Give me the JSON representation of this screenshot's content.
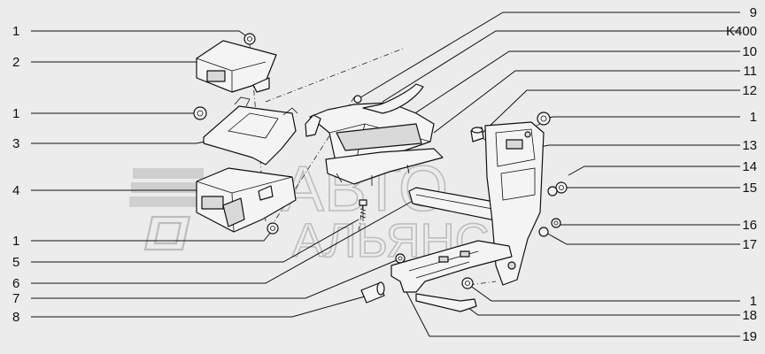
{
  "diagram": {
    "watermark": {
      "line1": "АВТО",
      "line2": "АЛЬЯНС"
    },
    "callouts_left": [
      {
        "id": "l1",
        "text": "1"
      },
      {
        "id": "l2",
        "text": "2"
      },
      {
        "id": "l3",
        "text": "1"
      },
      {
        "id": "l4",
        "text": "3"
      },
      {
        "id": "l5",
        "text": "4"
      },
      {
        "id": "l6",
        "text": "1"
      },
      {
        "id": "l7",
        "text": "5"
      },
      {
        "id": "l8",
        "text": "6"
      },
      {
        "id": "l9",
        "text": "7"
      },
      {
        "id": "l10",
        "text": "8"
      }
    ],
    "callouts_right": [
      {
        "id": "r1",
        "text": "9"
      },
      {
        "id": "r2",
        "text": "K400"
      },
      {
        "id": "r3",
        "text": "10"
      },
      {
        "id": "r4",
        "text": "11"
      },
      {
        "id": "r5",
        "text": "12"
      },
      {
        "id": "r6",
        "text": "1"
      },
      {
        "id": "r7",
        "text": "13"
      },
      {
        "id": "r8",
        "text": "14"
      },
      {
        "id": "r9",
        "text": "15"
      },
      {
        "id": "r10",
        "text": "16"
      },
      {
        "id": "r11",
        "text": "17"
      },
      {
        "id": "r12",
        "text": "1"
      },
      {
        "id": "r13",
        "text": "18"
      },
      {
        "id": "r14",
        "text": "19"
      }
    ]
  }
}
